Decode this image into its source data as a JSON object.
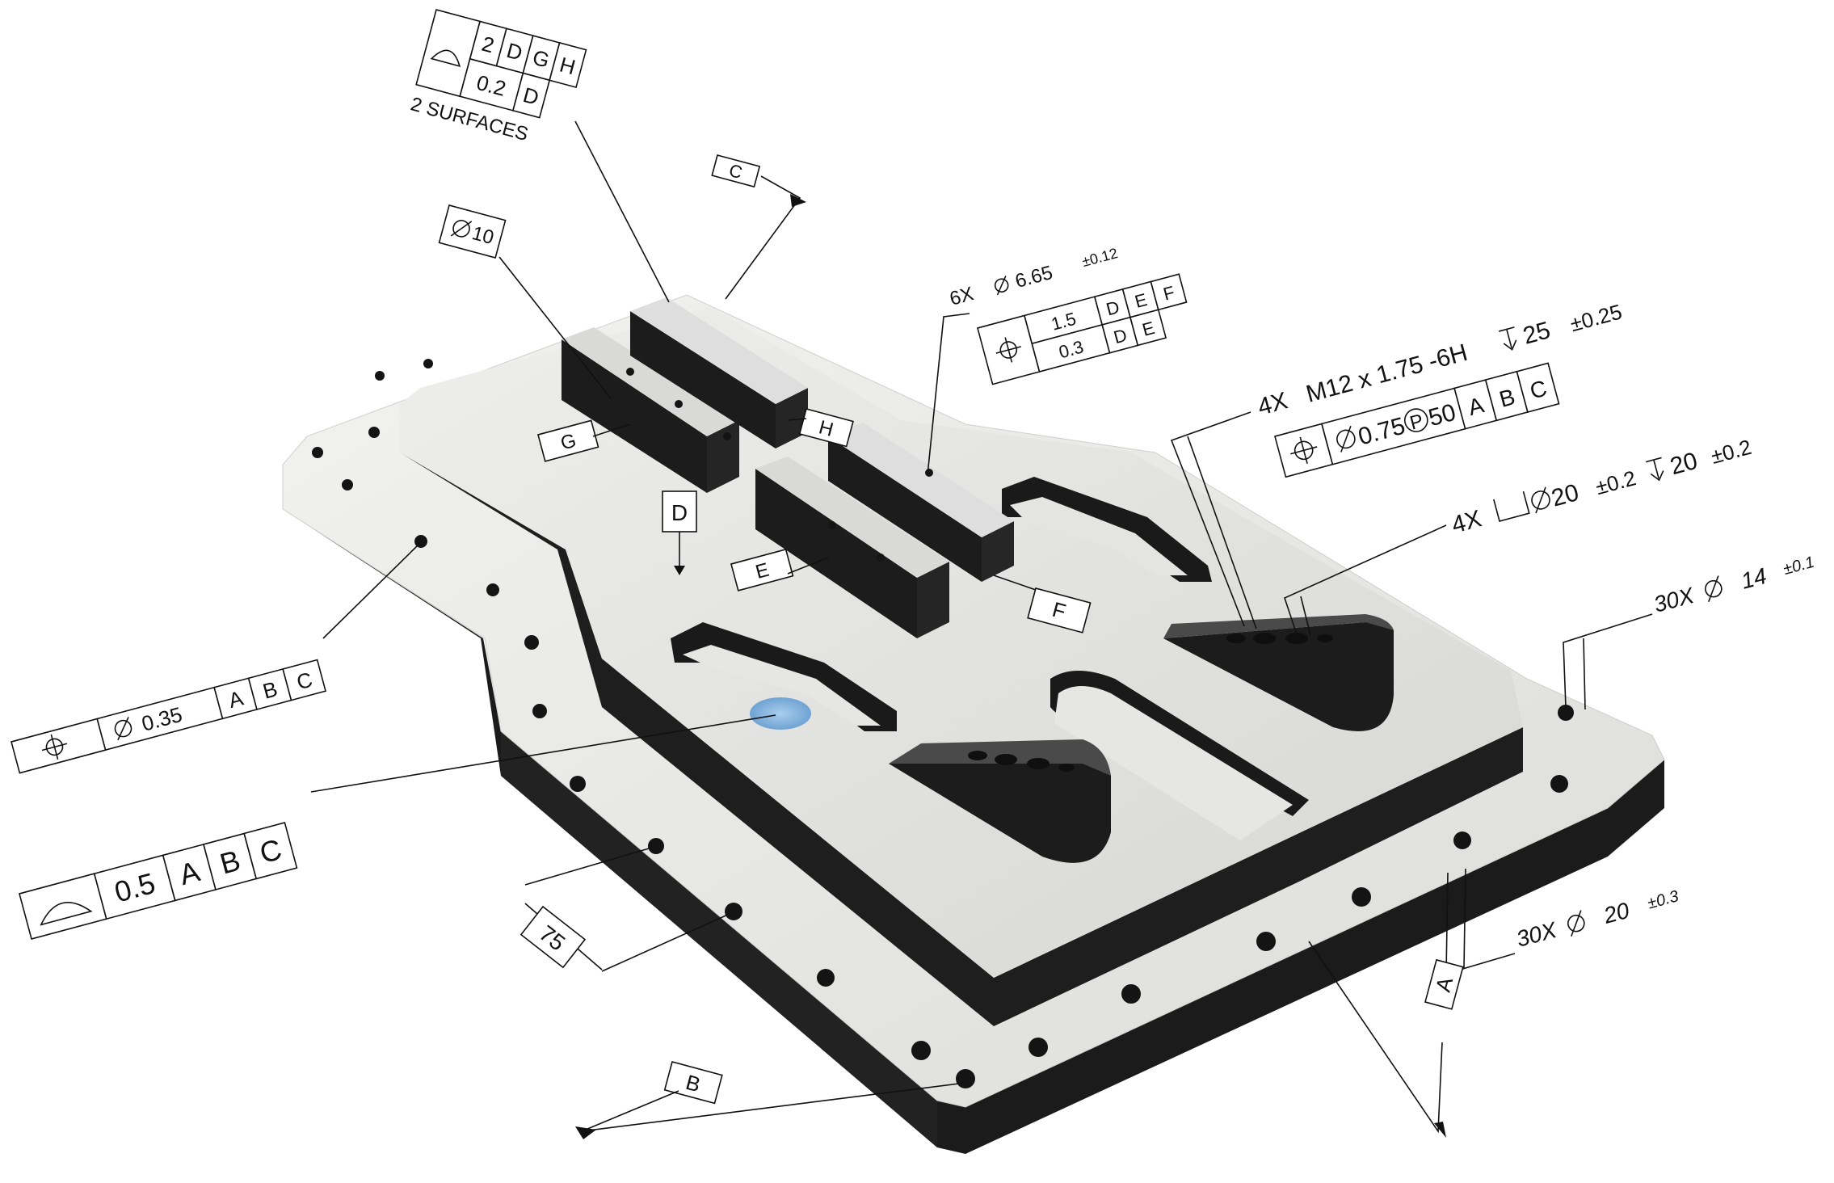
{
  "drawing": {
    "datums": [
      "A",
      "B",
      "C",
      "D",
      "E",
      "F",
      "G",
      "H"
    ],
    "fcf_profile_top": {
      "symbol": "surface-profile-icon",
      "row1": [
        "2",
        "D",
        "G",
        "H"
      ],
      "row2": [
        "0.2",
        "D"
      ],
      "note": "2 SURFACES"
    },
    "basic_dim_diameter": {
      "symbol": "diameter-icon",
      "value": "10"
    },
    "hole_6x": {
      "count": "6X",
      "diameter": "6.65",
      "tol": "±0.12",
      "fcf1": [
        "1.5",
        "D",
        "E",
        "F"
      ],
      "fcf2": [
        "0.3",
        "D",
        "E"
      ],
      "symbol": "position-icon"
    },
    "thread_4x": {
      "count": "4X",
      "spec": "M12 x 1.75 -6H",
      "depth": "25",
      "depth_tol": "±0.25",
      "fcf_tol": "0.75",
      "fcf_proj": "P",
      "fcf_proj_height": "50",
      "fcf_datums": [
        "A",
        "B",
        "C"
      ]
    },
    "counterbore_4x": {
      "count": "4X",
      "diameter": "20",
      "tol": "±0.2",
      "depth": "20",
      "depth_tol": "±0.2"
    },
    "holes_30x_14": {
      "count": "30X",
      "diameter": "14",
      "tol": "±0.1"
    },
    "holes_30x_20": {
      "count": "30X",
      "diameter": "20",
      "tol": "±0.3"
    },
    "fcf_position_left": {
      "tol": "0.35",
      "datums": [
        "A",
        "B",
        "C"
      ]
    },
    "fcf_profile_left": {
      "tol": "0.5",
      "datums": [
        "A",
        "B",
        "C"
      ]
    },
    "dim_75": "75"
  },
  "colors": {
    "plate_top": "#e9e9e7",
    "plate_side": "#1c1c1c",
    "hole": "#151515",
    "target": "#7fb2dd",
    "ink": "#111111"
  }
}
